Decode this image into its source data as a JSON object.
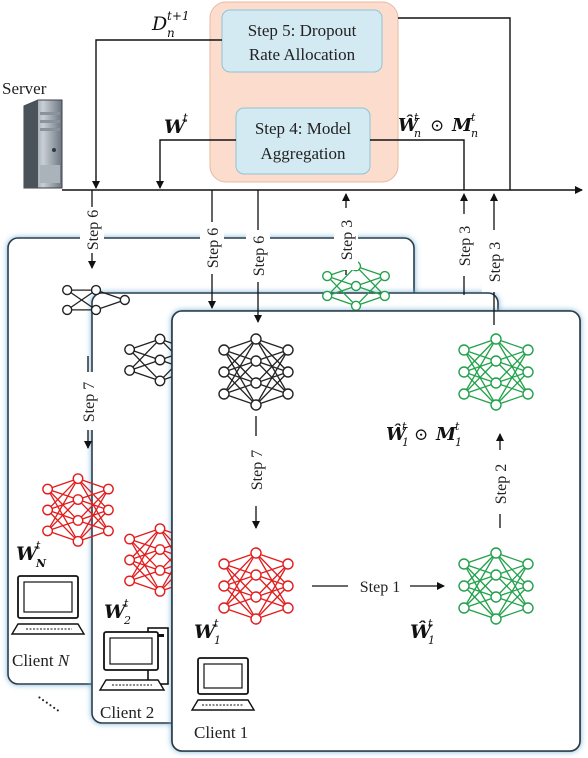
{
  "server": {
    "label": "Server",
    "step5": {
      "line1": "Step 5: Dropout",
      "line2": "Rate Allocation"
    },
    "step4": {
      "line1": "Step 4: Model",
      "line2": "Aggregation"
    },
    "dropout_symbol": {
      "base": "D",
      "sub": "n",
      "sup": "t+1"
    },
    "global_model_symbol": {
      "base": "W",
      "sup": "t"
    },
    "upload_symbol": {
      "base": "Ŵ",
      "sub": "n",
      "sup": "t",
      "op": "⊙",
      "base2": "M",
      "sub2": "n",
      "sup2": "t"
    }
  },
  "steps": {
    "step1": "Step 1",
    "step2": "Step 2",
    "step3": "Step 3",
    "step6": "Step 6",
    "step7": "Step 7"
  },
  "clients": {
    "client1": {
      "label": "Client 1",
      "local_model": {
        "base": "W",
        "sub": "1",
        "sup": "t"
      },
      "trained_model": {
        "base": "Ŵ",
        "sub": "1",
        "sup": "t"
      },
      "masked_model": {
        "base": "Ŵ",
        "sub": "1",
        "sup": "t",
        "op": "⊙",
        "base2": "M",
        "sub2": "1",
        "sup2": "t"
      }
    },
    "client2": {
      "label": "Client 2",
      "local_model": {
        "base": "W",
        "sub": "2",
        "sup": "t"
      }
    },
    "clientN": {
      "label_prefix": "Client ",
      "label_var": "N",
      "local_model": {
        "base": "W",
        "sub": "N",
        "sup": "t"
      }
    },
    "ellipsis": "......"
  },
  "colors": {
    "server_box": "#fcdccc",
    "step_box": "#d3eaf2",
    "network_black": "#222222",
    "network_red": "#e31b1b",
    "network_green": "#21a14a",
    "panel_glow": "#7fb6d6"
  }
}
